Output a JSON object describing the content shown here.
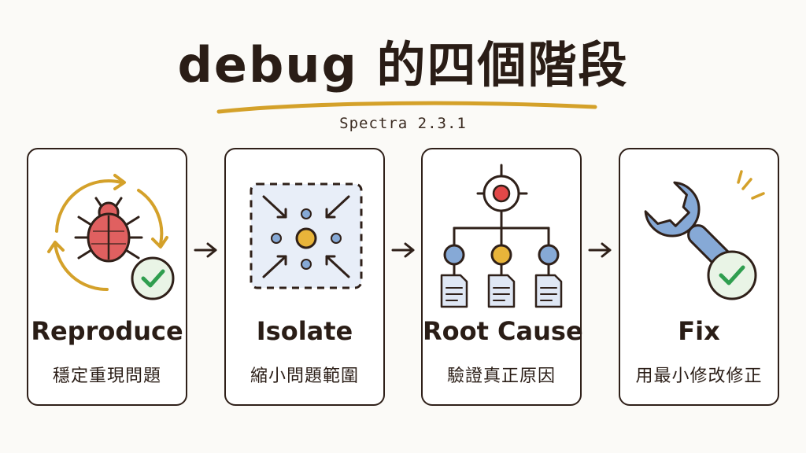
{
  "header": {
    "title": "debug 的四個階段",
    "subtitle": "Spectra 2.3.1"
  },
  "colors": {
    "ink": "#2a1d16",
    "gold": "#d4a12a",
    "bug_red": "#e06060",
    "check_green": "#2f9e4f",
    "check_bg": "#e9f4e6",
    "blue": "#86a9d6",
    "target_red": "#e24848",
    "isolate_bg": "#e8eef8"
  },
  "stages": [
    {
      "title": "Reproduce",
      "subtitle": "穩定重現問題",
      "icon": "bug-cycle-check-icon"
    },
    {
      "title": "Isolate",
      "subtitle": "縮小問題範圍",
      "icon": "narrowing-arrows-icon"
    },
    {
      "title": "Root Cause",
      "subtitle": "驗證真正原因",
      "icon": "target-tree-icon"
    },
    {
      "title": "Fix",
      "subtitle": "用最小修改修正",
      "icon": "wrench-check-icon"
    }
  ]
}
